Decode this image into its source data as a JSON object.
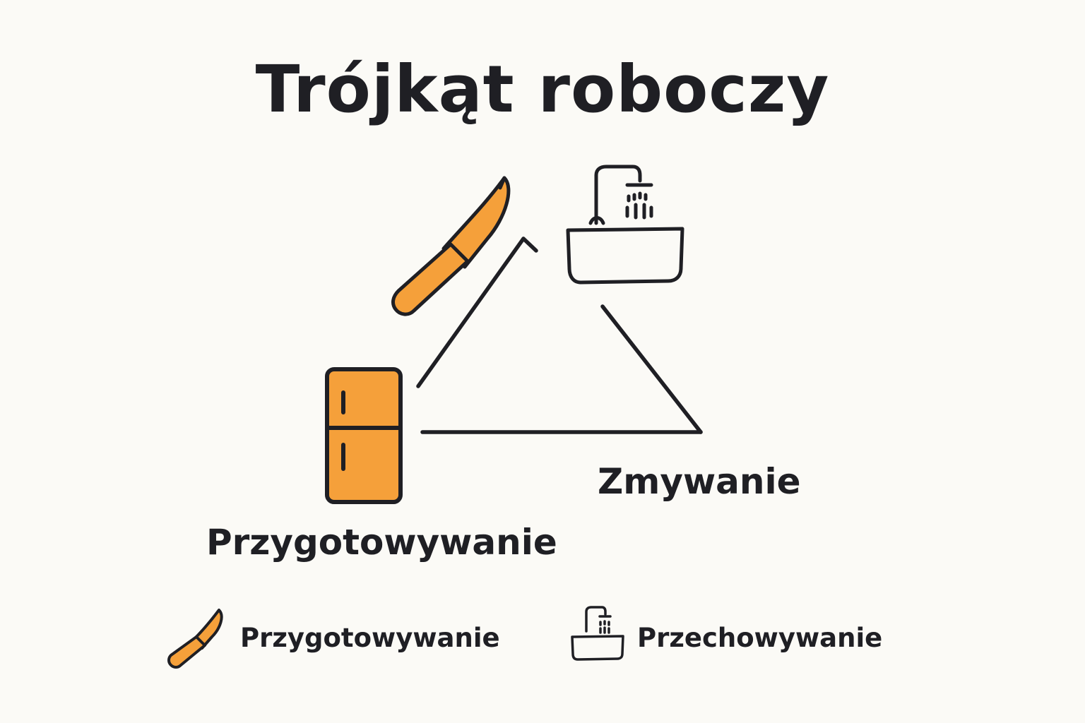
{
  "title": "Trójkąt roboczy",
  "labels": {
    "preparation": "Przygotowywanie",
    "washing": "Zmywanie"
  },
  "legend": [
    {
      "icon": "knife-icon",
      "label": "Przygotowywanie"
    },
    {
      "icon": "sink-icon",
      "label": "Przechowywanie"
    }
  ],
  "colors": {
    "accent": "#f5a03a",
    "ink": "#1f1f24",
    "background": "#fbfaf6"
  }
}
